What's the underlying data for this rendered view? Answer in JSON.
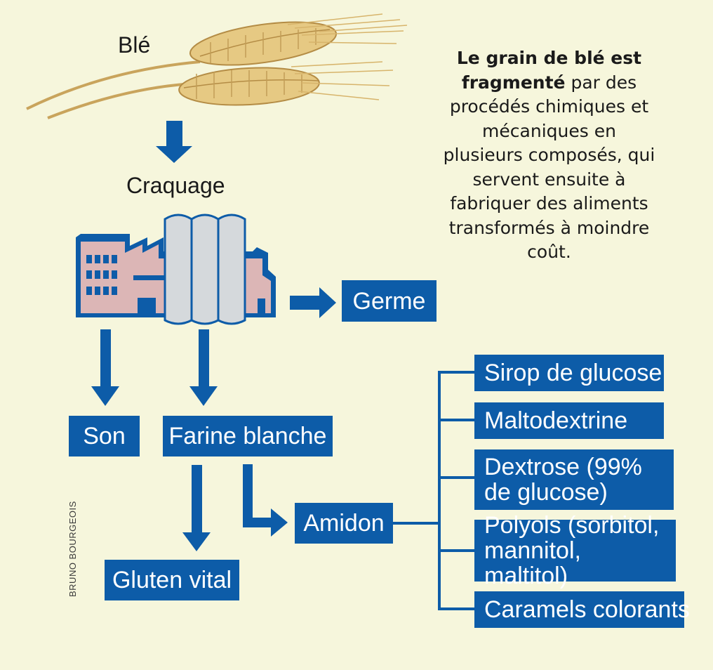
{
  "wheat_label": "Blé",
  "process_label": "Craquage",
  "description": {
    "bold": "Le grain de blé est fragmenté",
    "rest": " par des procédés chimiques et mécaniques en plusieurs composés, qui servent ensuite à fabriquer des aliments transformés à moindre coût."
  },
  "nodes": {
    "germe": "Germe",
    "son": "Son",
    "farine": "Farine blanche",
    "gluten": "Gluten vital",
    "amidon": "Amidon"
  },
  "derivatives": [
    "Sirop de glucose",
    "Maltodextrine",
    "Dextrose (99% de glucose)",
    "Polyols (sorbitol, mannitol, maltitol)",
    "Caramels colorants"
  ],
  "credit": "BRUNO BOURGEOIS",
  "colors": {
    "background": "#f6f6dc",
    "box": "#0d5ca8",
    "arrow": "#0d5ca8",
    "factory_wall": "#dcb6b6",
    "silo": "#d5d9dc",
    "wheat": "#e3c580"
  }
}
